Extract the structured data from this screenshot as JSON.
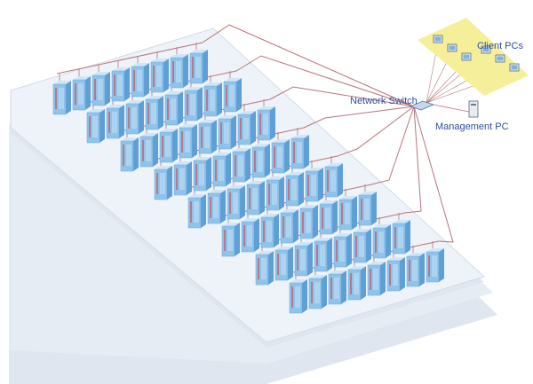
{
  "labels": {
    "client_pcs": "Client PCs",
    "network_switch": "Network Switch",
    "management_pc": "Management PC"
  },
  "colors": {
    "floor_top": "#eef3f9",
    "floor_side": "#dfe6ef",
    "cabinet_front": "#8fc3ea",
    "cabinet_side": "#5e9fd6",
    "cabinet_top": "#cfe6f8",
    "cable": "#b8747a",
    "client_strip": "#f6ef9a",
    "label_text": "#2b4f9e"
  },
  "cabinet_rows": [
    {
      "cabinets": 8
    },
    {
      "cabinets": 8
    },
    {
      "cabinets": 8
    },
    {
      "cabinets": 8
    },
    {
      "cabinets": 8
    },
    {
      "cabinets": 8
    },
    {
      "cabinets": 8
    },
    {
      "cabinets": 8
    }
  ],
  "client_pc_count": 6
}
